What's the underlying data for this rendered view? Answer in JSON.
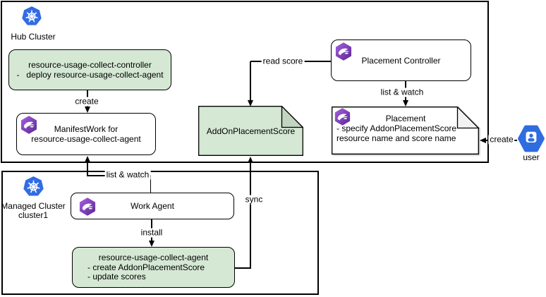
{
  "hub": {
    "label": "Hub Cluster",
    "controller": {
      "line1": "resource-usage-collect-controller",
      "line2": "-   deploy resource-usage-collect-agent"
    },
    "manifestwork": {
      "line1": "ManifestWork for",
      "line2": "resource-usage-collect-agent"
    },
    "addon_score_note": {
      "label": "AddOnPlacementScore"
    },
    "placement_controller": {
      "label": "Placement Controller"
    },
    "placement_note": {
      "title": "Placement",
      "line2": "- specify AddonPlacementScore",
      "line3": "resource name and score name"
    }
  },
  "managed": {
    "label_line1": "Managed Cluster",
    "label_line2": "cluster1",
    "work_agent": {
      "label": "Work Agent"
    },
    "agent": {
      "line1": "resource-usage-collect-agent",
      "line2": "- create AddonPlacementScore",
      "line3": "- update scores"
    }
  },
  "user": {
    "label": "user"
  },
  "edges": {
    "create_manifestwork": "create",
    "read_score": "read score",
    "list_watch_placement": "list & watch",
    "create_placement": "create",
    "list_watch_manifestwork": "list & watch",
    "install": "install",
    "sync": "sync"
  },
  "icons": {
    "kubernetes": "kubernetes-icon",
    "ocm": "open-cluster-management-icon",
    "user": "user-icon"
  },
  "colors": {
    "green_fill": "#d5e8d4",
    "green_fold": "#c2d5c1",
    "gray_fold": "#f2f2f2",
    "k8s_blue": "#326ce5",
    "user_blue": "#2e6ce0",
    "ocm_purple_dark": "#5e2a99",
    "ocm_purple_light": "#a25ddc",
    "stroke": "#000000"
  }
}
